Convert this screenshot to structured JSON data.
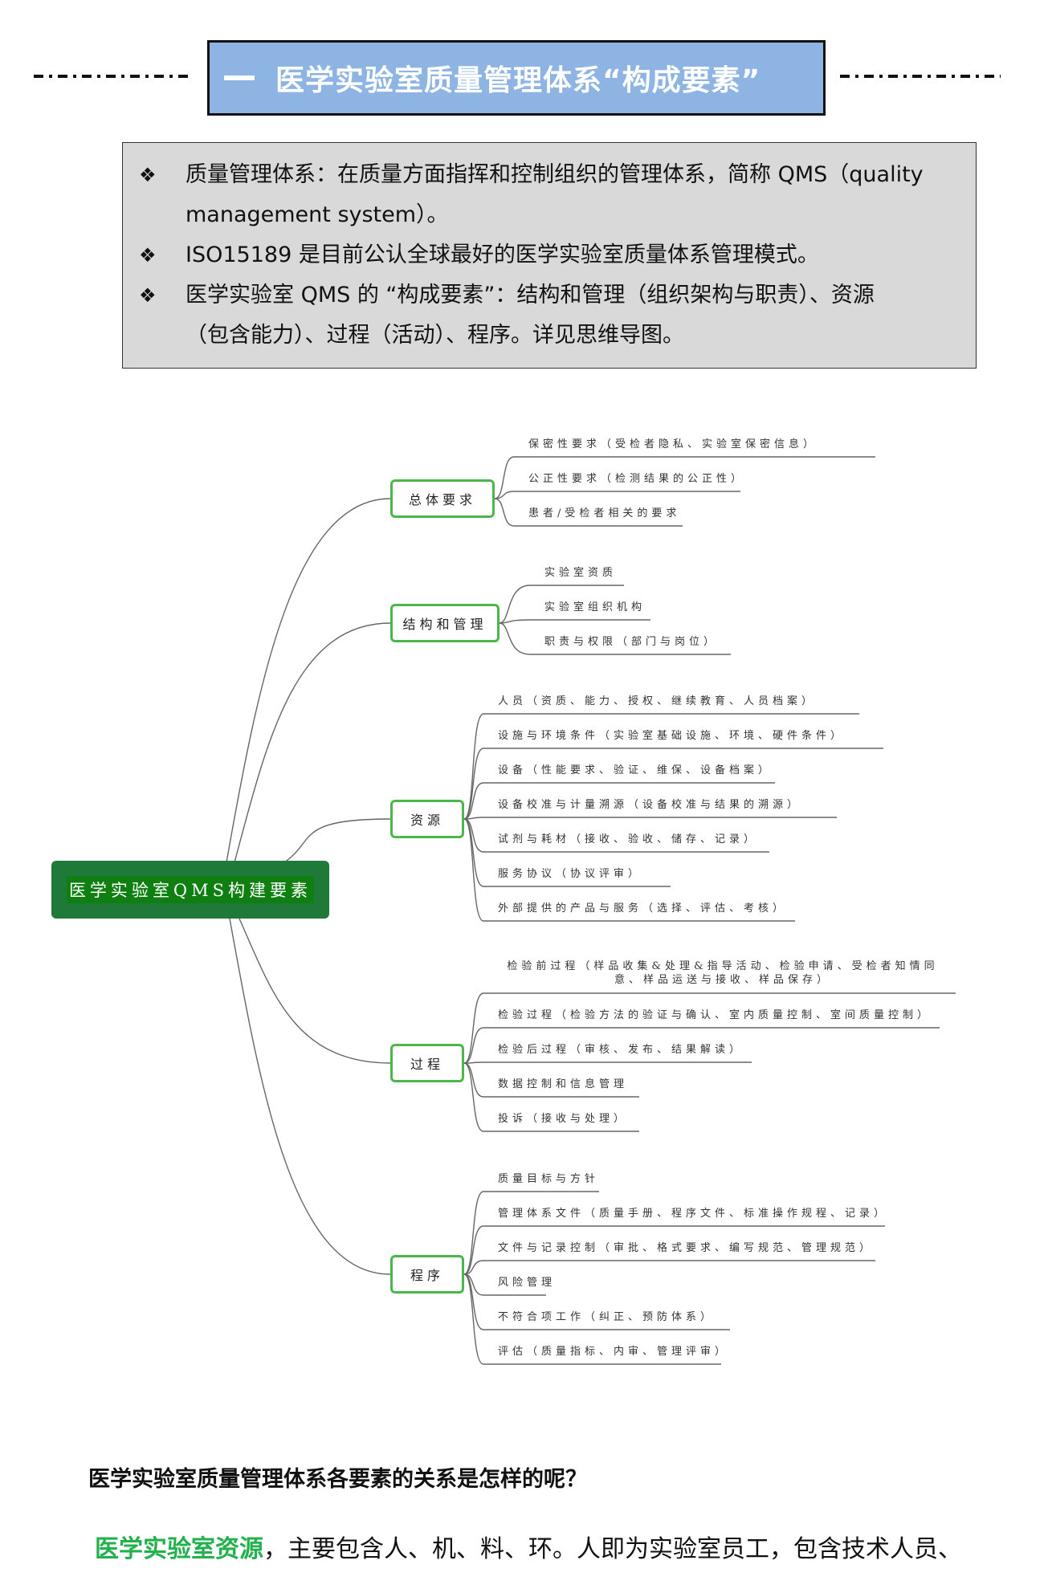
{
  "header": {
    "number_dash": "—",
    "title": "医学实验室质量管理体系“构成要素”"
  },
  "info_box": {
    "bullet_icon": "diamond-bullet-icon",
    "bullets": [
      {
        "glyph": "❖",
        "lines": [
          "质量管理体系：在质量方面指挥和控制组织的管理体系，简称 QMS（quality",
          "management system）。"
        ]
      },
      {
        "glyph": "❖",
        "lines": [
          "ISO15189 是目前公认全球最好的医学实验室质量体系管理模式。"
        ]
      },
      {
        "glyph": "❖",
        "lines": [
          "医学实验室 QMS 的 “构成要素”：结构和管理（组织架构与职责）、资源",
          "（包含能力）、过程（活动）、程序。详见思维导图。"
        ]
      }
    ]
  },
  "mindmap": {
    "colors": {
      "root_bg": "#1f7a3a",
      "branch_border": "#4bb74a",
      "connector": "#666666"
    },
    "root": "医学实验室QMS构建要素",
    "branches": [
      {
        "label": "总体要求",
        "children": [
          "保密性要求（受检者隐私、实验室保密信息）",
          "公正性要求（检测结果的公正性）",
          "患者/受检者相关的要求"
        ]
      },
      {
        "label": "结构和管理",
        "children": [
          "实验室资质",
          "实验室组织机构",
          "职责与权限（部门与岗位）"
        ]
      },
      {
        "label": "资源",
        "children": [
          "人员（资质、能力、授权、继续教育、人员档案）",
          "设施与环境条件（实验室基础设施、环境、硬件条件）",
          "设备（性能要求、验证、维保、设备档案）",
          "设备校准与计量溯源（设备校准与结果的溯源）",
          "试剂与耗材（接收、验收、储存、记录）",
          "服务协议（协议评审）",
          "外部提供的产品与服务（选择、评估、考核）"
        ]
      },
      {
        "label": "过程",
        "children": [
          "检验前过程（样品收集&处理&指导活动、检验申请、受检者知情同意、样品运送与接收、样品保存）",
          "检验过程（检验方法的验证与确认、室内质量控制、室间质量控制）",
          "检验后过程（审核、发布、结果解读）",
          "数据控制和信息管理",
          "投诉（接收与处理）"
        ]
      },
      {
        "label": "程序",
        "children": [
          "质量目标与方针",
          "管理体系文件（质量手册、程序文件、标准操作规程、记录）",
          "文件与记录控制（审批、格式要求、编写规范、管理规范）",
          "风险管理",
          "不符合项工作（纠正、预防体系）",
          "评估（质量指标、内审、管理评审）"
        ]
      }
    ]
  },
  "body": {
    "question": "医学实验室质量管理体系各要素的关系是怎样的呢？",
    "paragraph_highlight": "医学实验室资源",
    "paragraph_rest": "，主要包含人、机、料、环。人即为实验室员工，包含技术人员、",
    "highlight_color": "#22b14c"
  }
}
